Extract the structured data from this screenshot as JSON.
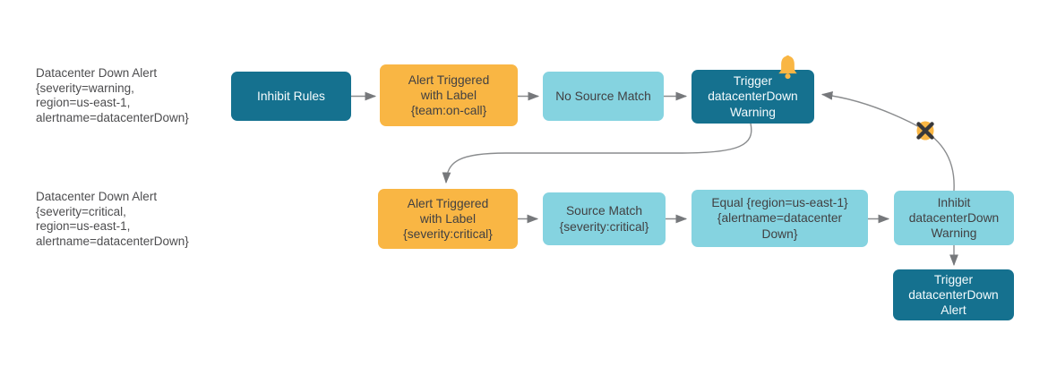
{
  "diagram": {
    "title_hint": "Alertmanager inhibit rules flow",
    "colors": {
      "node_teal": "#15718F",
      "node_light_blue": "#85D3E0",
      "node_orange": "#F9B644",
      "text_dark": "#414042",
      "text_light": "#F4FBFD",
      "arrow_gray": "#8A8C8E",
      "cross_mark": "#38383A",
      "bell_orange": "#F9B644",
      "background": "#FFFFFF"
    },
    "side_labels": {
      "warning_alert": "Datacenter Down Alert\n{severity=warning,\nregion=us-east-1,\nalertname=datacenterDown}",
      "critical_alert": "Datacenter Down Alert\n{severity=critical,\nregion=us-east-1,\nalertname=datacenterDown}"
    },
    "nodes": {
      "inhibit_rules": {
        "label": "Inhibit Rules",
        "color": "teal"
      },
      "alert_triggered_oncall": {
        "label": "Alert Triggered\nwith Label\n{team:on-call}",
        "color": "orange"
      },
      "no_source_match": {
        "label": "No Source Match",
        "color": "light_blue"
      },
      "trigger_warning": {
        "label": "Trigger\ndatacenterDown\nWarning",
        "color": "teal",
        "icon": "bell-icon"
      },
      "alert_triggered_critical": {
        "label": "Alert Triggered\nwith Label\n{severity:critical}",
        "color": "orange"
      },
      "source_match": {
        "label": "Source Match\n{severity:critical}",
        "color": "light_blue"
      },
      "equal_labels": {
        "label": "Equal {region=us-east-1}\n{alertname=datacenter\nDown}",
        "color": "light_blue"
      },
      "inhibit_warning": {
        "label": "Inhibit\ndatacenterDown\nWarning",
        "color": "light_blue"
      },
      "trigger_alert": {
        "label": "Trigger\ndatacenterDown\nAlert",
        "color": "teal"
      }
    },
    "edges": [
      {
        "from": "inhibit_rules",
        "to": "alert_triggered_oncall"
      },
      {
        "from": "alert_triggered_oncall",
        "to": "no_source_match"
      },
      {
        "from": "no_source_match",
        "to": "trigger_warning"
      },
      {
        "from": "trigger_warning",
        "to": "alert_triggered_critical",
        "style": "curved"
      },
      {
        "from": "alert_triggered_critical",
        "to": "source_match"
      },
      {
        "from": "source_match",
        "to": "equal_labels"
      },
      {
        "from": "equal_labels",
        "to": "inhibit_warning"
      },
      {
        "from": "inhibit_warning",
        "to": "trigger_warning",
        "style": "curved-blocked",
        "marker": "x-cross"
      },
      {
        "from": "inhibit_warning",
        "to": "trigger_alert"
      }
    ]
  }
}
